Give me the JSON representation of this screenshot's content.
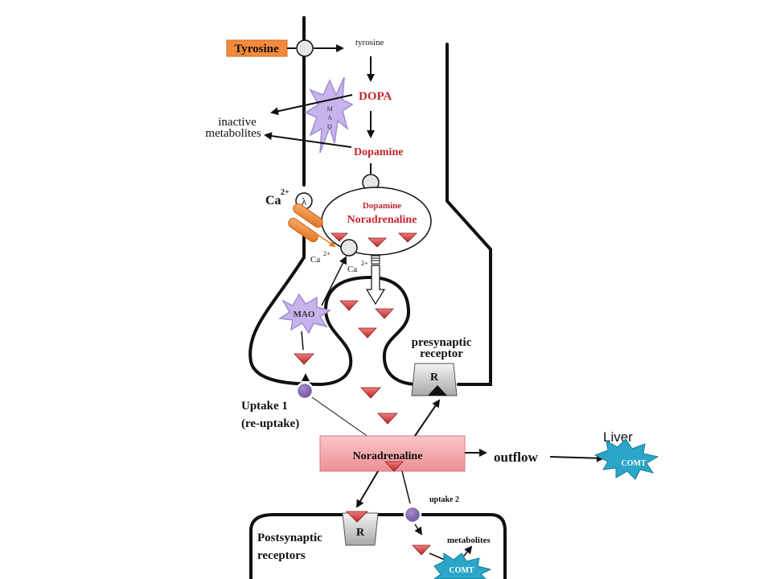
{
  "labels": {
    "tyrosine_box": "Tyrosine",
    "tyrosine_small": "tyrosine",
    "dopa": "DOPA",
    "mao_vertical": [
      "M",
      "A",
      "O"
    ],
    "inactive_line1": "inactive",
    "inactive_line2": "metabolites",
    "dopamine": "Dopamine",
    "ca_main": "Ca",
    "ca_main_sup": "2+",
    "vesicle_dopamine": "Dopamine",
    "vesicle_noradrenaline": "Noradrenaline",
    "ca_left": "Ca",
    "ca_left_sup": "2+",
    "ca_right": "Ca",
    "ca_right_sup": "2+",
    "mao_lower": "MAO",
    "presynaptic_line1": "presynaptic",
    "presynaptic_line2": "receptor",
    "receptor_pre": "R",
    "uptake1_line1": "Uptake 1",
    "uptake1_line2": "(re-uptake)",
    "noradrenaline_box": "Noradrenaline",
    "outflow": "outflow",
    "liver": "Liver",
    "comt_liver": "COMT",
    "uptake2": "uptake 2",
    "receptor_post": "R",
    "postsynaptic_line1": "Postsynaptic",
    "postsynaptic_line2": "receptors",
    "metabolites": "metabolites",
    "comt_bottom": "COMT"
  },
  "colors": {
    "tyrosine_box": "#f28a3c",
    "label_red": "#c0262c",
    "mao_star": "#c8b4ec",
    "comt_star": "#2aa6c8",
    "triangle": "#d43a3a",
    "noradrenaline_box": "#f2a4a8",
    "transporter": "#7b5ea7",
    "ca_channel": "#f08a2a"
  }
}
